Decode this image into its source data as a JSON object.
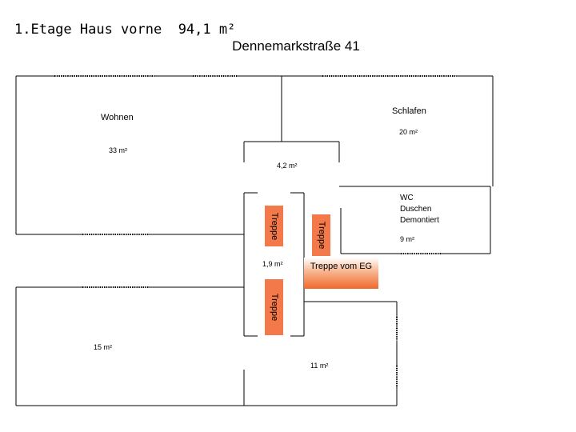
{
  "header": {
    "title": "1.Etage Haus vorne  94,1 m²",
    "address": "Dennemarkstraße 41"
  },
  "rooms": {
    "wohnen": {
      "name": "Wohnen",
      "area": "33 m²"
    },
    "schlafen": {
      "name": "Schlafen",
      "area": "20 m²"
    },
    "flur_oben": {
      "area": "4,2 m²"
    },
    "wc": {
      "line1": "WC",
      "line2": "Duschen",
      "line3": "Demontiert",
      "area": "9 m²"
    },
    "flur_mitte": {
      "area": "1,9 m²"
    },
    "raum_unten_links": {
      "area": "15 m²"
    },
    "raum_unten_rechts": {
      "area": "11 m²"
    }
  },
  "stairs": {
    "left_upper": "Treppe",
    "right_upper": "Treppe",
    "left_lower": "Treppe",
    "from_ground": "Treppe vom EG"
  },
  "colors": {
    "wall": "#000000",
    "stair": "#f3784a",
    "stair_gradient_end": "#f0692c"
  }
}
